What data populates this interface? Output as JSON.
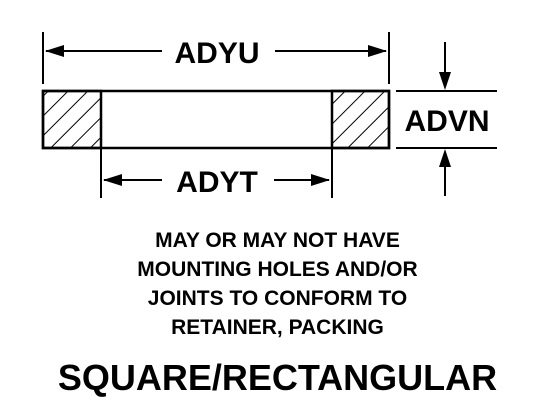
{
  "dimensions": {
    "outer_width": "ADYU",
    "inner_width": "ADYT",
    "thickness": "ADVN"
  },
  "note_lines": [
    "MAY OR MAY NOT HAVE",
    "MOUNTING HOLES AND/OR",
    "JOINTS TO CONFORM TO",
    "RETAINER, PACKING"
  ],
  "title": "SQUARE/RECTANGULAR",
  "colors": {
    "ink": "#000000",
    "background": "#ffffff"
  }
}
